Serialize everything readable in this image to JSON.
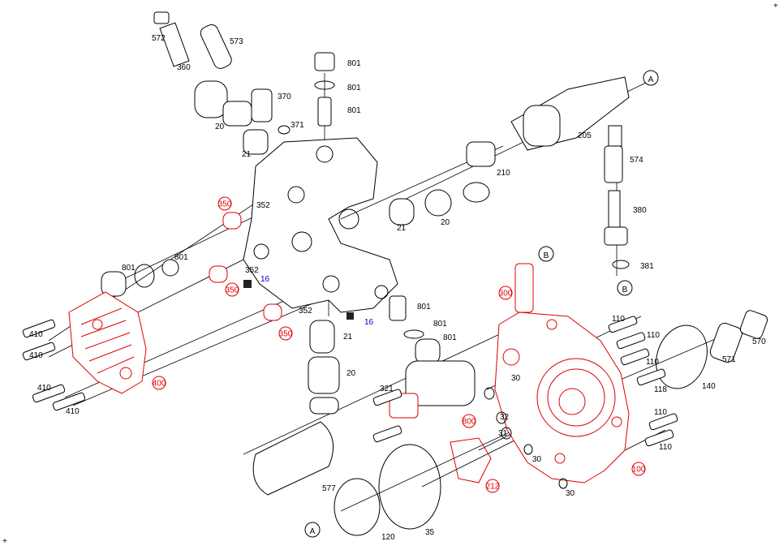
{
  "diagram": {
    "colors": {
      "standard": "#000000",
      "highlight": "#e00000",
      "reference": "#0000cc"
    },
    "labels": [
      {
        "text": "572",
        "style": "plain"
      },
      {
        "text": "573",
        "style": "plain"
      },
      {
        "text": "360",
        "style": "plain"
      },
      {
        "text": "370",
        "style": "plain"
      },
      {
        "text": "20",
        "style": "plain"
      },
      {
        "text": "371",
        "style": "plain"
      },
      {
        "text": "21",
        "style": "plain"
      },
      {
        "text": "801",
        "style": "plain"
      },
      {
        "text": "801",
        "style": "plain"
      },
      {
        "text": "801",
        "style": "plain"
      },
      {
        "text": "A",
        "style": "ref"
      },
      {
        "text": "205",
        "style": "plain"
      },
      {
        "text": "210",
        "style": "plain"
      },
      {
        "text": "574",
        "style": "plain"
      },
      {
        "text": "380",
        "style": "plain"
      },
      {
        "text": "381",
        "style": "plain"
      },
      {
        "text": "B",
        "style": "ref"
      },
      {
        "text": "350",
        "style": "red"
      },
      {
        "text": "352",
        "style": "plain"
      },
      {
        "text": "21",
        "style": "plain"
      },
      {
        "text": "20",
        "style": "plain"
      },
      {
        "text": "801",
        "style": "plain"
      },
      {
        "text": "801",
        "style": "plain"
      },
      {
        "text": "350",
        "style": "red"
      },
      {
        "text": "352",
        "style": "plain"
      },
      {
        "text": "16",
        "style": "blue"
      },
      {
        "text": "350",
        "style": "red"
      },
      {
        "text": "352",
        "style": "plain"
      },
      {
        "text": "16",
        "style": "blue"
      },
      {
        "text": "21",
        "style": "plain"
      },
      {
        "text": "801",
        "style": "plain"
      },
      {
        "text": "801",
        "style": "plain"
      },
      {
        "text": "801",
        "style": "plain"
      },
      {
        "text": "20",
        "style": "plain"
      },
      {
        "text": "410",
        "style": "plain"
      },
      {
        "text": "410",
        "style": "plain"
      },
      {
        "text": "410",
        "style": "plain"
      },
      {
        "text": "410",
        "style": "plain"
      },
      {
        "text": "400",
        "style": "red"
      },
      {
        "text": "300",
        "style": "red"
      },
      {
        "text": "B",
        "style": "ref"
      },
      {
        "text": "110",
        "style": "plain"
      },
      {
        "text": "110",
        "style": "plain"
      },
      {
        "text": "110",
        "style": "plain"
      },
      {
        "text": "118",
        "style": "plain"
      },
      {
        "text": "140",
        "style": "plain"
      },
      {
        "text": "571",
        "style": "plain"
      },
      {
        "text": "570",
        "style": "plain"
      },
      {
        "text": "321",
        "style": "plain"
      },
      {
        "text": "30",
        "style": "plain"
      },
      {
        "text": "800",
        "style": "red"
      },
      {
        "text": "32",
        "style": "plain"
      },
      {
        "text": "31",
        "style": "plain"
      },
      {
        "text": "30",
        "style": "plain"
      },
      {
        "text": "212",
        "style": "red"
      },
      {
        "text": "577",
        "style": "plain"
      },
      {
        "text": "A",
        "style": "ref"
      },
      {
        "text": "120",
        "style": "plain"
      },
      {
        "text": "35",
        "style": "plain"
      },
      {
        "text": "100",
        "style": "red"
      },
      {
        "text": "30",
        "style": "plain"
      },
      {
        "text": "110",
        "style": "plain"
      },
      {
        "text": "110",
        "style": "plain"
      }
    ]
  }
}
